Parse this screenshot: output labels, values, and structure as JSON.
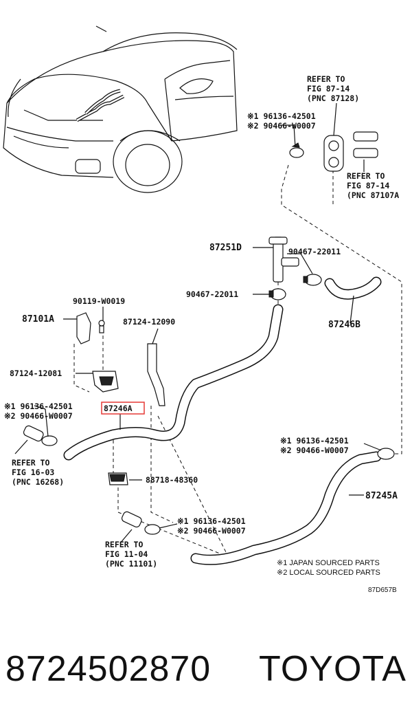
{
  "diagram": {
    "refer_a": {
      "l1": "REFER TO",
      "l2": "FIG 87-14",
      "l3": "(PNC 87128)"
    },
    "refer_b": {
      "l1": "REFER TO",
      "l2": "FIG 87-14",
      "l3": "(PNC 87107A"
    },
    "refer_c": {
      "l1": "REFER TO",
      "l2": "FIG 16-03",
      "l3": "(PNC 16268)"
    },
    "refer_d": {
      "l1": "REFER TO",
      "l2": "FIG 11-04",
      "l3": "(PNC 11101)"
    },
    "clamp_callouts": [
      {
        "l1": "※1 96136-42501",
        "l2": "※2 90466-W0007"
      },
      {
        "l1": "※1 96136-42501",
        "l2": "※2 90466-W0007"
      },
      {
        "l1": "※1 96136-42501",
        "l2": "※2 90466-W0007"
      },
      {
        "l1": "※1 96136-42501",
        "l2": "※2 90466-W0007"
      }
    ],
    "labels": {
      "p87251D": "87251D",
      "p90467_a": "90467-22011",
      "p90467_b": "90467-22011",
      "p87246B": "87246B",
      "p90119": "90119-W0019",
      "p87101A": "87101A",
      "p87124_12090": "87124-12090",
      "p87124_12081": "87124-12081",
      "p87246A": "87246A",
      "p88718": "88718-48360",
      "p87245A": "87245A"
    },
    "notes": {
      "n1": "※1 JAPAN SOURCED PARTS",
      "n2": "※2 LOCAL SOURCED PARTS"
    },
    "figure_code": "87D657B",
    "colors": {
      "highlight": "#e53935",
      "ink": "#111111"
    }
  },
  "caption": {
    "part_number": "8724502870",
    "brand": "TOYOTA"
  }
}
